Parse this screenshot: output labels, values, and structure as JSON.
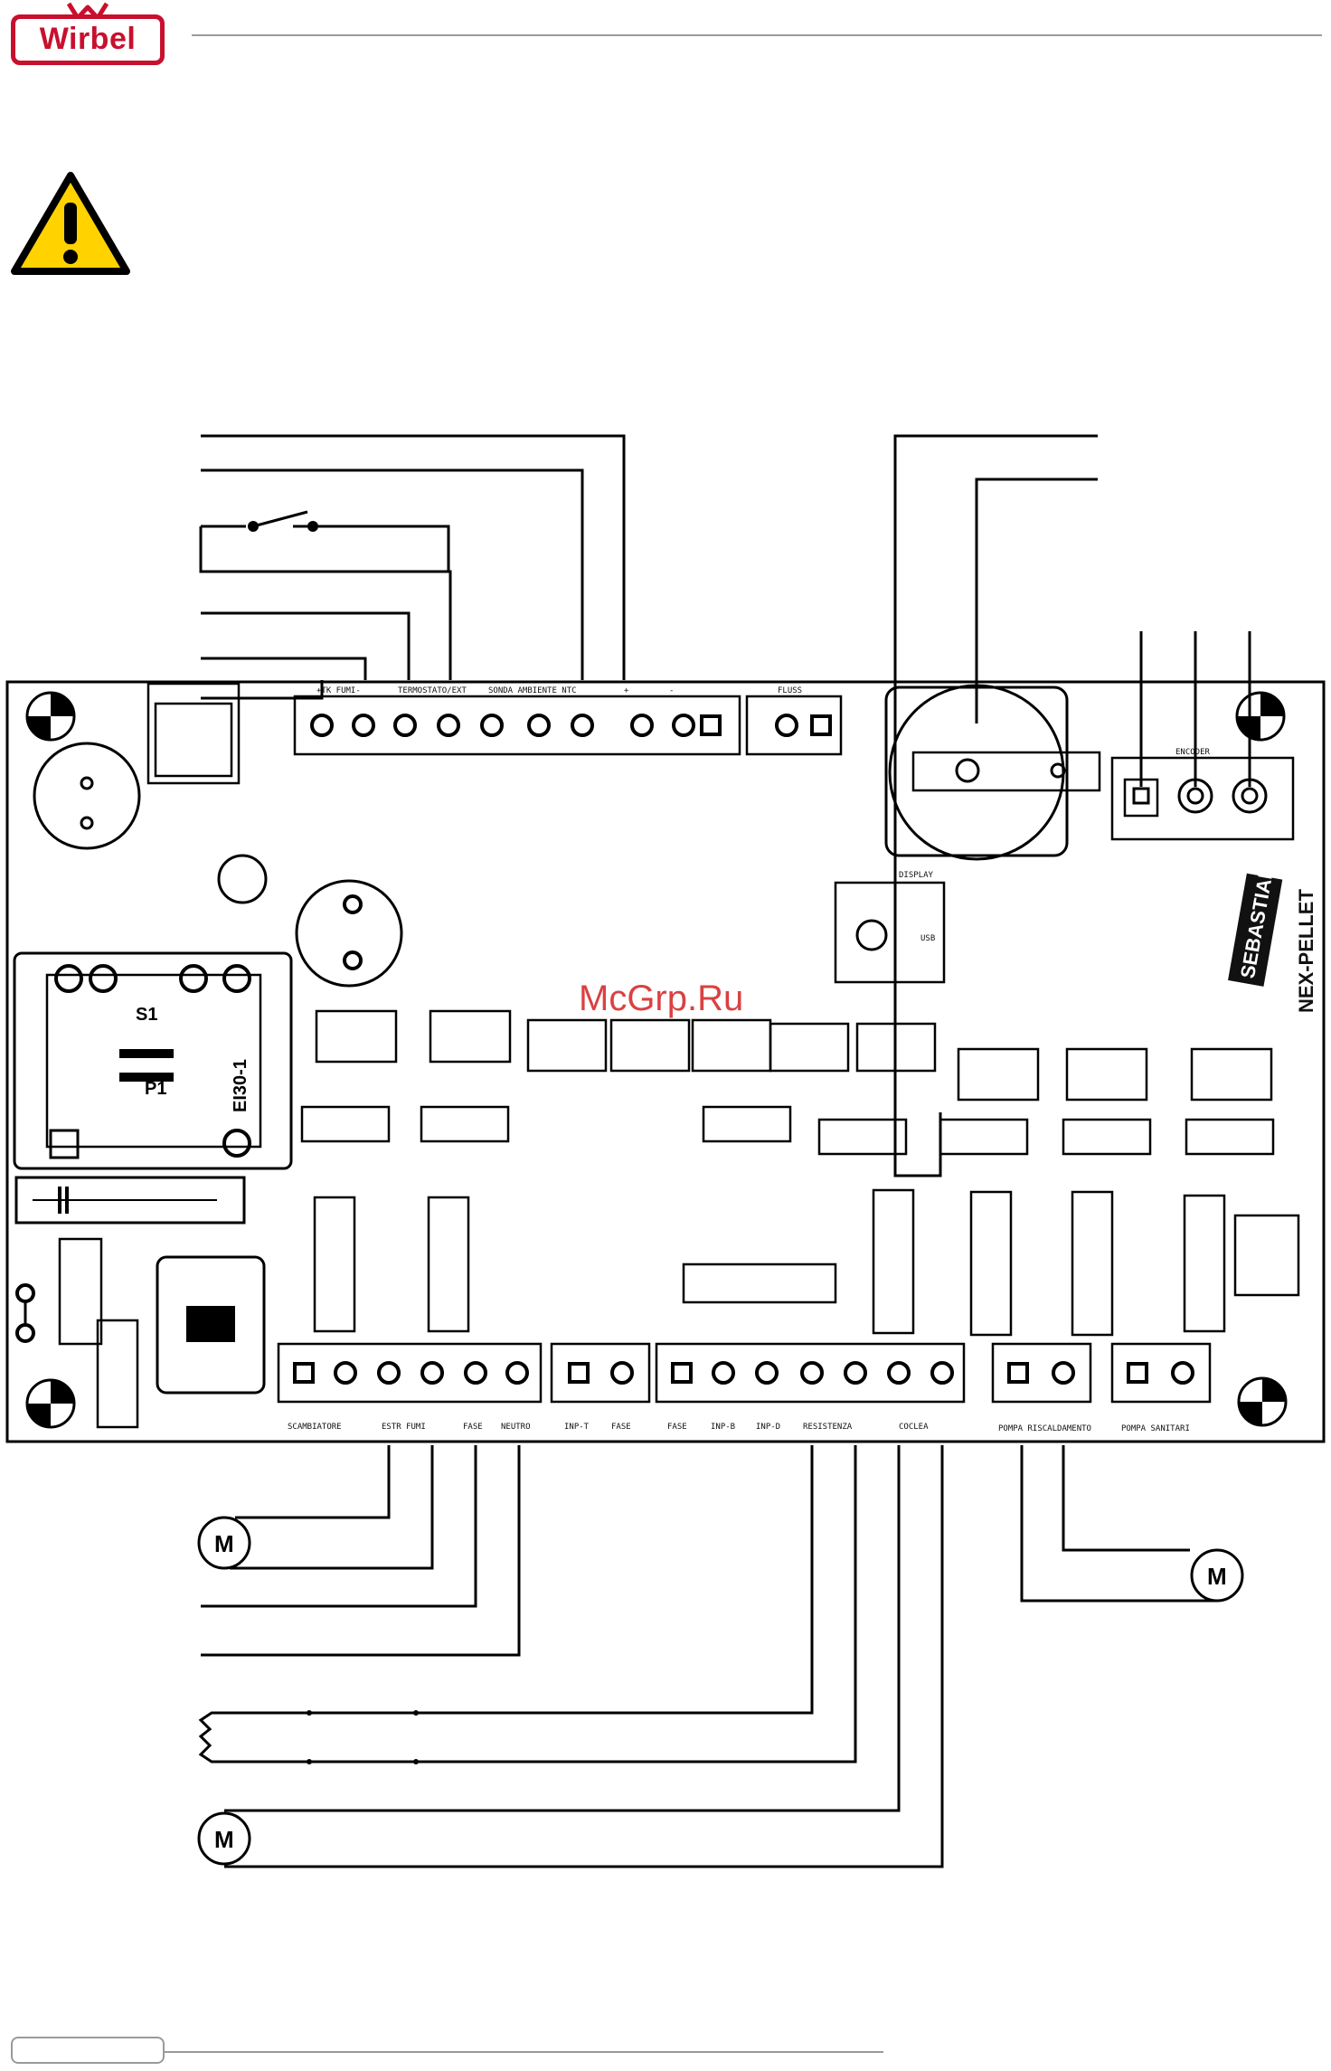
{
  "header": {
    "brand": "Wirbel",
    "brand_color": "#c8102e"
  },
  "warning_icon": "warning-triangle-icon",
  "watermark": "McGrp.Ru",
  "board": {
    "brand": "SEBASTIAN",
    "model": "NEX-PELLET",
    "transformer": "EI30-1",
    "transformer_s": "S1",
    "transformer_p": "P1",
    "top_labels": {
      "tk_fumi": "+TK FUMI-",
      "termostato": "TERMOSTATO/EXT",
      "sonda": "SONDA AMBIENTE NTC",
      "plus": "+",
      "minus": "-",
      "flusso": "FLUSS",
      "display": "DISPLAY",
      "encoder": "ENCODER",
      "usb": "USB"
    },
    "bottom_labels": {
      "scambiatore": "SCAMBIATORE",
      "estr_fumi": "ESTR FUMI",
      "fase1": "FASE",
      "neutro": "NEUTRO",
      "inp_t": "INP-T",
      "fase2": "FASE",
      "fase3": "FASE",
      "inp_b": "INP-B",
      "inp_d": "INP-D",
      "resistenza": "RESISTENZA",
      "coclea": "COCLEA",
      "pompa_risc": "POMPA RISCALDAMENTO",
      "pompa_sanit": "POMPA SANITARI"
    },
    "motor_symbol": "M"
  }
}
